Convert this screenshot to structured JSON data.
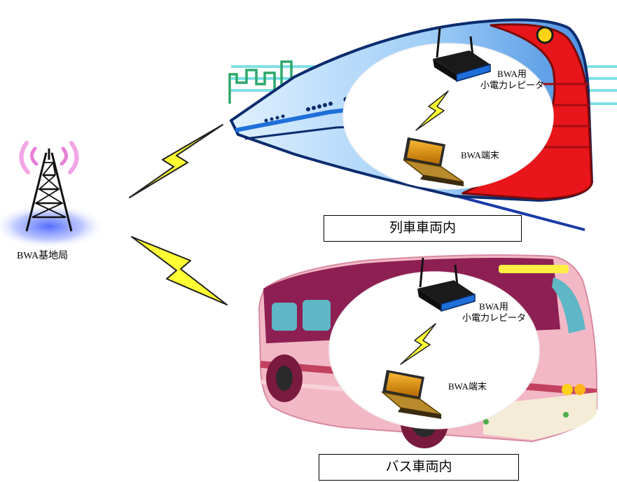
{
  "base_station": {
    "label": "BWA基地局"
  },
  "train": {
    "repeater_label_line1": "BWA用",
    "repeater_label_line2": "小電力レピータ",
    "terminal_label": "BWA端末",
    "caption": "列車車両内"
  },
  "bus": {
    "repeater_label_line1": "BWA用",
    "repeater_label_line2": "小電力レピータ",
    "terminal_label": "BWA端末",
    "caption": "バス車両内"
  },
  "colors": {
    "lightning": "#ffff33",
    "train_red": "#e8151a",
    "train_blue": "#1e6fd9",
    "bus_pink": "#f2b8c6",
    "bus_maroon": "#8e1f52",
    "tower_glow": "#3f5cff",
    "signal_pink": "#e77fd6"
  }
}
